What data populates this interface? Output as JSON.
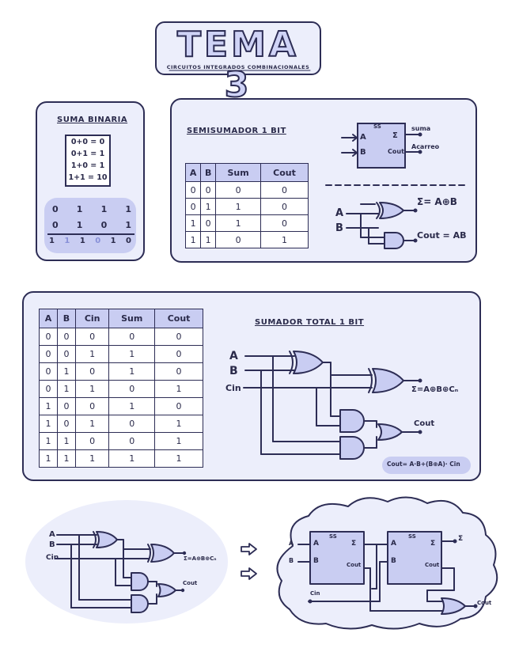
{
  "title": {
    "main": "TEMA 3",
    "subtitle": "CIRCUITOS INTEGRADOS COMBINACIONALES"
  },
  "suma_binaria": {
    "heading": "SUMA BINARIA",
    "rules": [
      "0+0 = 0",
      "0+1 = 1",
      "1+0 = 1",
      "1+1 = 10"
    ],
    "example_rows": [
      [
        "0",
        "1",
        "1",
        "1"
      ],
      [
        "0",
        "1",
        "0",
        "1"
      ],
      [
        "1",
        "1",
        "1",
        "0",
        "1",
        "0"
      ]
    ]
  },
  "semisumador": {
    "heading": "SEMISUMADOR 1 BIT",
    "table": {
      "headers": [
        "A",
        "B",
        "Sum",
        "Cout"
      ],
      "rows": [
        [
          "0",
          "0",
          "0",
          "0"
        ],
        [
          "0",
          "1",
          "1",
          "0"
        ],
        [
          "1",
          "0",
          "1",
          "0"
        ],
        [
          "1",
          "1",
          "0",
          "1"
        ]
      ]
    },
    "block": {
      "tag": "SS",
      "in_a": "A",
      "in_b": "B",
      "out_sum_sym": "Σ",
      "out_carry_sym": "Cout",
      "out_sum_label": "suma",
      "out_carry_label": "Acarreo"
    },
    "gates": {
      "in_a": "A",
      "in_b": "B",
      "sum_eq": "Σ= A⊕B",
      "carry_eq": "Cout = AB"
    }
  },
  "sumador_total": {
    "heading": "SUMADOR TOTAL 1 BIT",
    "table": {
      "headers": [
        "A",
        "B",
        "Cin",
        "Sum",
        "Cout"
      ],
      "rows": [
        [
          "0",
          "0",
          "0",
          "0",
          "0"
        ],
        [
          "0",
          "0",
          "1",
          "1",
          "0"
        ],
        [
          "0",
          "1",
          "0",
          "1",
          "0"
        ],
        [
          "0",
          "1",
          "1",
          "0",
          "1"
        ],
        [
          "1",
          "0",
          "0",
          "1",
          "0"
        ],
        [
          "1",
          "0",
          "1",
          "0",
          "1"
        ],
        [
          "1",
          "1",
          "0",
          "0",
          "1"
        ],
        [
          "1",
          "1",
          "1",
          "1",
          "1"
        ]
      ]
    },
    "circuit": {
      "in_a": "A",
      "in_b": "B",
      "in_cin": "Cin",
      "sum_eq": "Σ=A⊕B⊕Cₙ",
      "cout": "Cout",
      "cout_eq": "Cout= A·B+(B⊕A)· Cin"
    }
  },
  "bottom_left": {
    "in_a": "A",
    "in_b": "B",
    "in_cin": "Cin",
    "sum_eq": "Σ=A⊕B⊕Cₙ",
    "cout": "Cout"
  },
  "bottom_right": {
    "block1": {
      "tag": "SS",
      "in_a": "A",
      "in_b": "B",
      "out_sum": "Σ",
      "out_carry": "Cout"
    },
    "block2": {
      "tag": "SS",
      "in_a": "A",
      "in_b": "B",
      "out_sum": "Σ",
      "out_carry": "Cout"
    },
    "ext_a": "A",
    "ext_b": "B",
    "ext_cin": "Cin",
    "ext_sum": "Σ",
    "ext_cout": "Cout"
  },
  "arrows": {
    "icon": "arrow-right-icon"
  },
  "colors": {
    "ink": "#2d2d55",
    "panel": "#eceefb",
    "fill": "#c9cdf2"
  }
}
